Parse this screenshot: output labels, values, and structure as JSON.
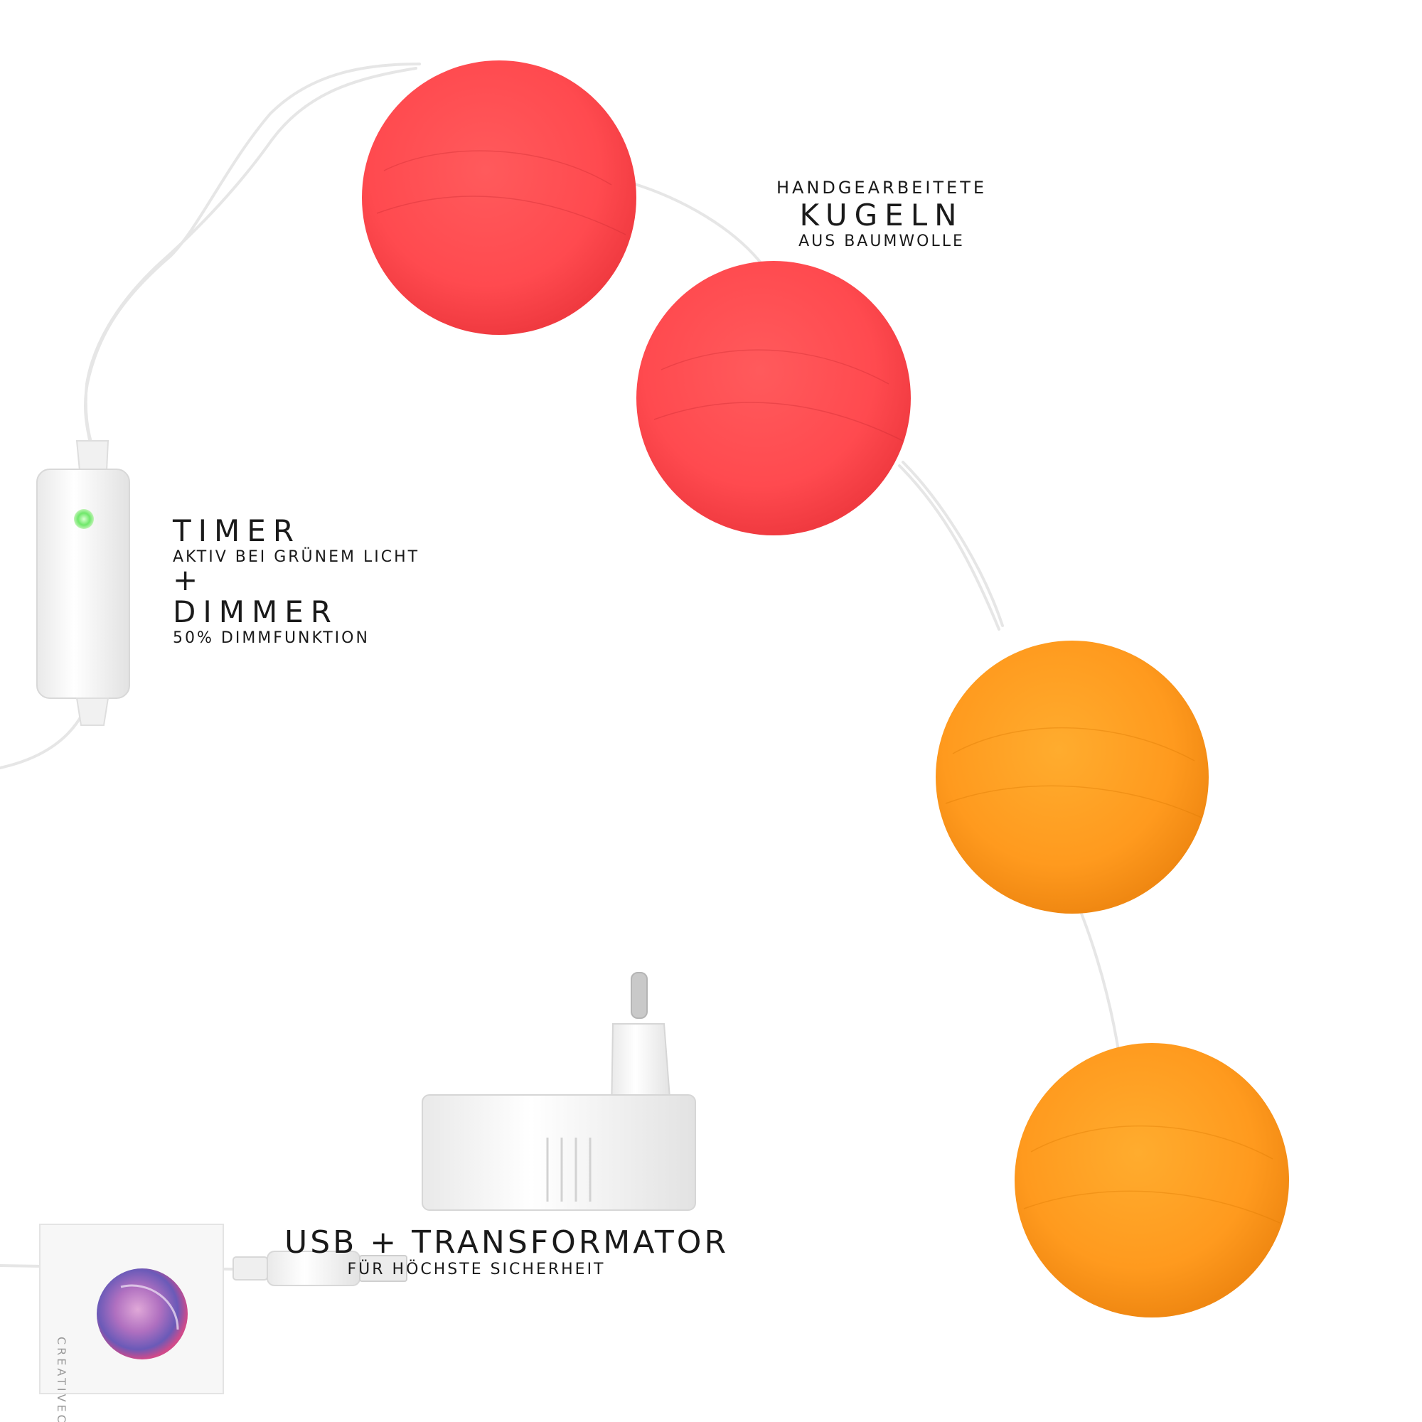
{
  "image": {
    "description": "product photo of cotton ball string lights",
    "colors": {
      "red_ball": "#ff4a4f",
      "orange_ball": "#ff9a1e",
      "cable": "#f2f2f2",
      "status_light": "#7ff07a",
      "text": "#1a1a1a"
    }
  },
  "kugeln": {
    "line1": "HANDGEARBEITETE",
    "line2": "KUGELN",
    "line3": "AUS BAUMWOLLE"
  },
  "timer": {
    "title": "TIMER",
    "subtitle": "AKTIV BEI GRÜNEM LICHT",
    "plus": "+",
    "dimmer_title": "DIMMER",
    "dimmer_subtitle": "50% DIMMFUNKTION"
  },
  "usb": {
    "title": "USB + TRANSFORMATOR",
    "subtitle": "FÜR HÖCHSTE SICHERHEIT"
  },
  "tag": {
    "brand": "CREATIVECOTTON"
  }
}
